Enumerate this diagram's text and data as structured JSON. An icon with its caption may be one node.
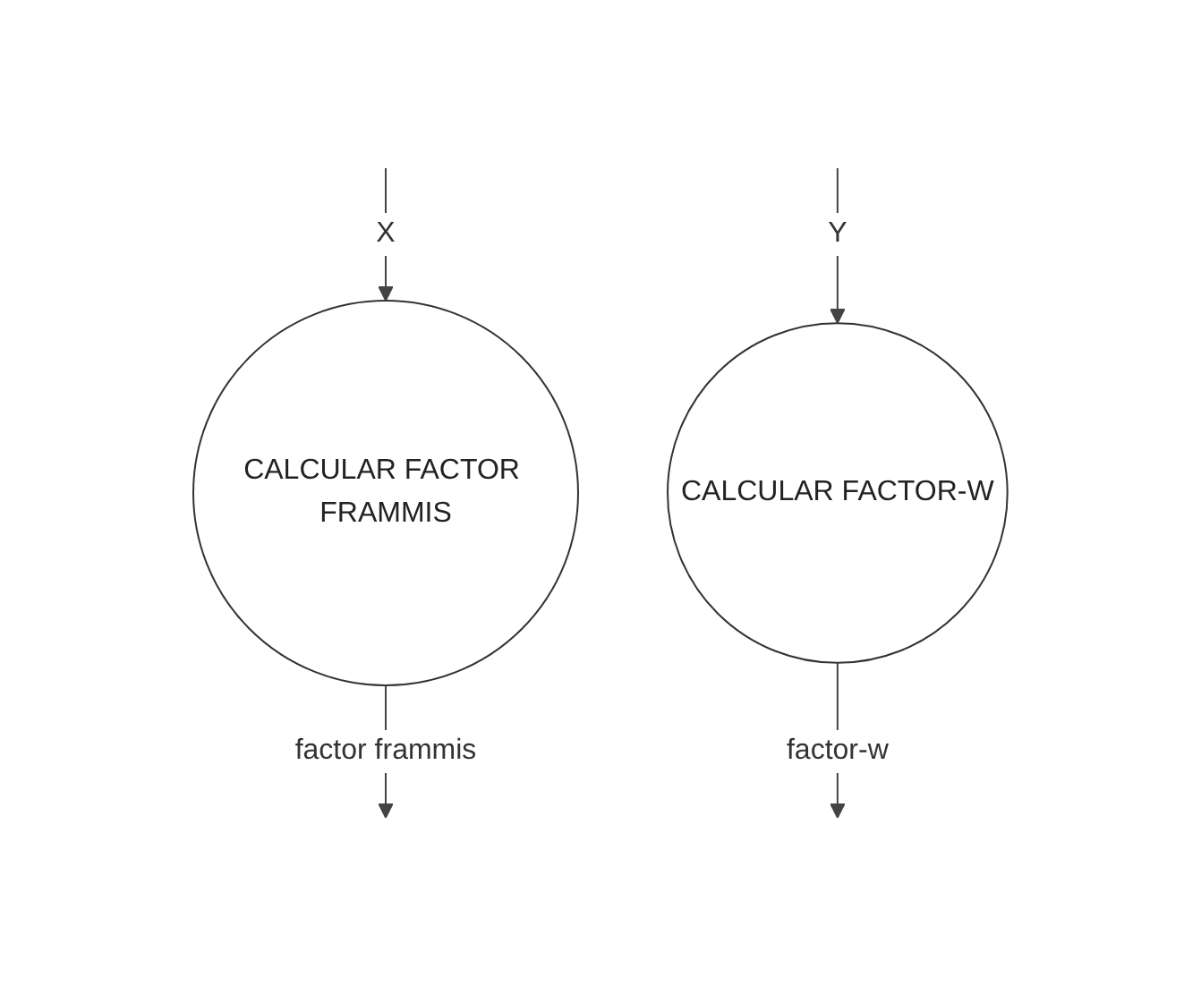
{
  "diagram": {
    "nodes": [
      {
        "text": [
          "CALCULAR FACTOR FRAMMIS"
        ]
      },
      {
        "text": [
          "CALCULAR FACTOR-W"
        ]
      }
    ],
    "edges": [
      {
        "from": null,
        "to": 0,
        "arrow": "to",
        "label": "X"
      },
      {
        "from": null,
        "to": 1,
        "arrow": "to",
        "label": "Y"
      },
      {
        "from": 0,
        "to": null,
        "arrow": "to",
        "label": "factor frammis"
      },
      {
        "from": 1,
        "to": null,
        "arrow": "to",
        "label": "factor-w"
      }
    ]
  }
}
